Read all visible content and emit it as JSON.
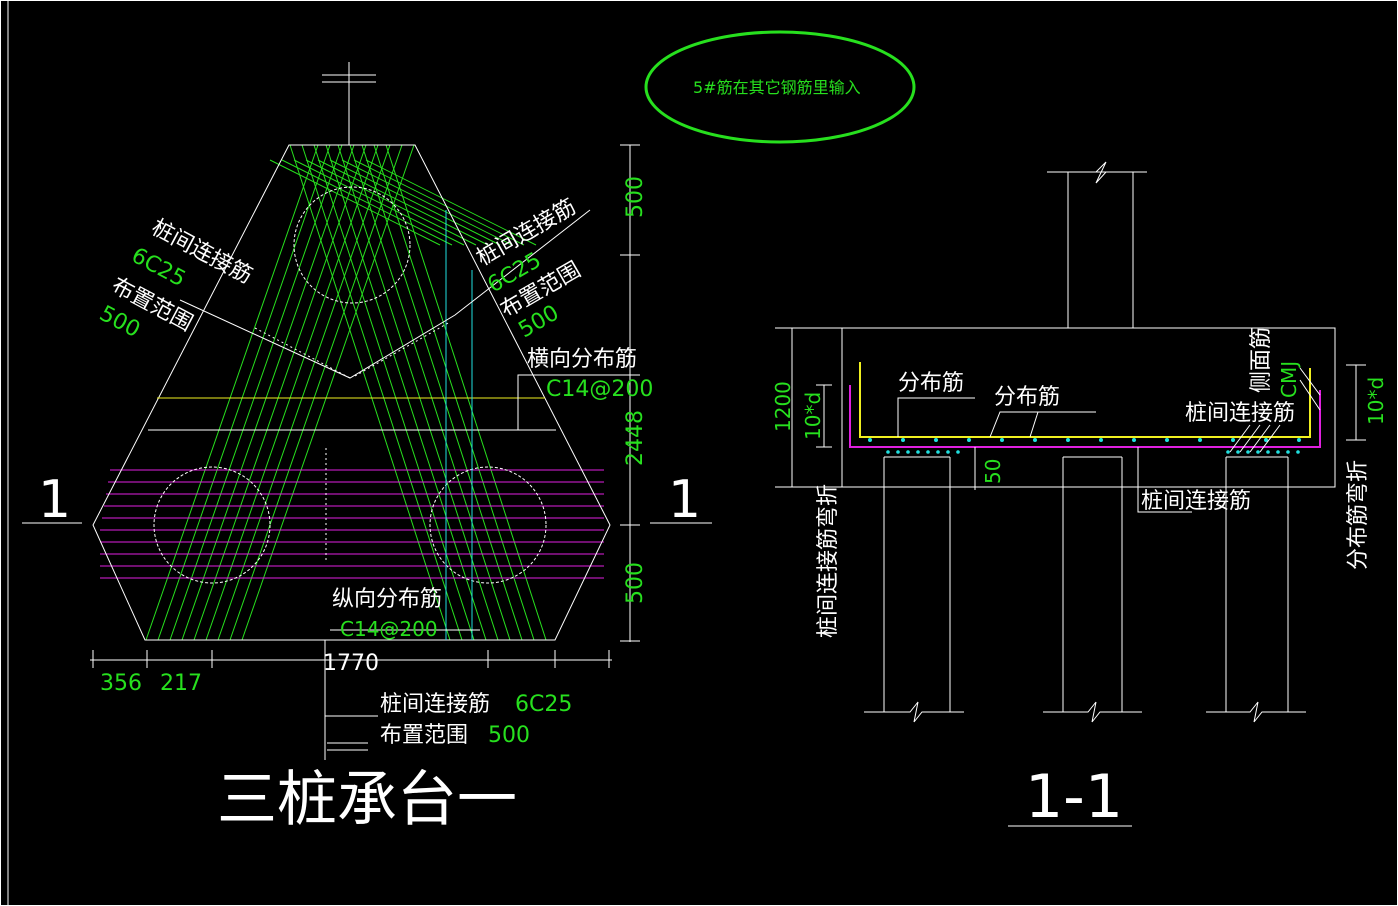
{
  "note": {
    "text": "5#筋在其它钢筋里输入"
  },
  "plan": {
    "section_mark": "1",
    "labels": {
      "left_title": "桩间连接筋",
      "left_bars": "6C25",
      "left_range_title": "布置范围",
      "left_range": "500",
      "right_title": "桩间连接筋",
      "right_bars": "6C25",
      "right_range_title": "布置范围",
      "right_range": "500",
      "transverse_title": "横向分布筋",
      "transverse_spec": "C14@200",
      "longitudinal_title": "纵向分布筋",
      "longitudinal_spec": "C14@200",
      "bottom_title": "桩间连接筋",
      "bottom_bars": "6C25",
      "bottom_range_title": "布置范围",
      "bottom_range": "500"
    },
    "dims": {
      "top": "500",
      "middle": "2448",
      "bottom": "500",
      "d1": "356",
      "d2": "217",
      "d3": "1770"
    },
    "title": "三桩承台一"
  },
  "section": {
    "labels": {
      "dist1": "分布筋",
      "dist2": "分布筋",
      "side_bar": "侧面筋",
      "side_spec": "CMJ",
      "pile_link_top": "桩间连接筋",
      "pile_link_bottom": "桩间连接筋",
      "left_bend": "桩间连接筋弯折",
      "right_bend": "分布筋弯折"
    },
    "dims": {
      "height": "1200",
      "left_10d": "10*d",
      "right_10d": "10*d",
      "cover": "50"
    },
    "title": "1-1"
  },
  "colors": {
    "background": "#000000",
    "line": "#ffffff",
    "green": "#27e01e",
    "magenta": "#e020e0",
    "yellow": "#f0f020",
    "cyan": "#20e0e0"
  }
}
